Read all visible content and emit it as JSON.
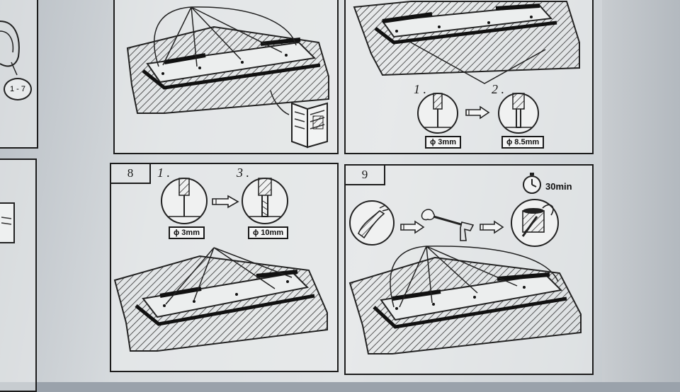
{
  "left_column": {
    "callout": "1 - 7"
  },
  "panel_top_right": {
    "step1": {
      "label": "1 .",
      "tag": "ϕ 3mm"
    },
    "step2": {
      "label": "2 .",
      "tag": "ϕ 8.5mm"
    }
  },
  "panel_8": {
    "number": "8",
    "step1": {
      "label": "1 .",
      "tag": "ϕ 3mm"
    },
    "step3": {
      "label": "3 .",
      "tag": "ϕ 10mm"
    }
  },
  "panel_9": {
    "number": "9",
    "timer": "30min",
    "icons": [
      "spray-nozzle-icon",
      "spray-gun-icon",
      "paint-can-brush-icon"
    ]
  }
}
